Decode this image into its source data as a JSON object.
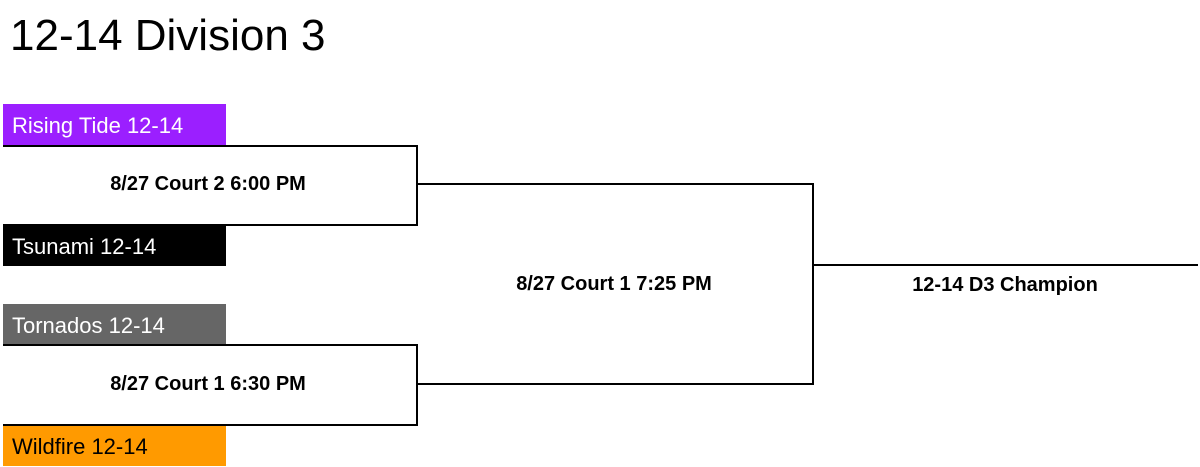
{
  "title": "12-14 Division 3",
  "colors": {
    "rising_tide": "#9B1FFF",
    "tsunami": "#000000",
    "tornados": "#666666",
    "wildfire": "#FF9A00",
    "line": "#000000"
  },
  "teams": [
    {
      "name": "Rising Tide 12-14"
    },
    {
      "name": "Tsunami 12-14"
    },
    {
      "name": "Tornados 12-14"
    },
    {
      "name": "Wildfire 12-14"
    }
  ],
  "games": {
    "semi1": "8/27 Court 2 6:00 PM",
    "semi2": "8/27 Court 1 6:30 PM",
    "final": "8/27 Court 1 7:25 PM"
  },
  "champion": "12-14 D3 Champion"
}
